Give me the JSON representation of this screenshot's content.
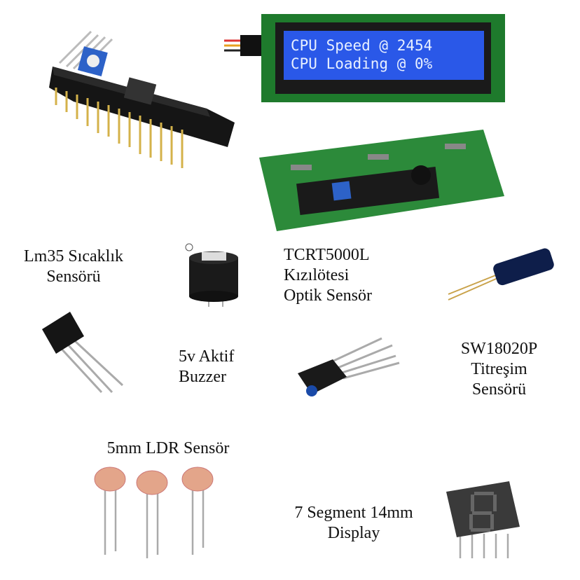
{
  "lcd": {
    "line1": "CPU Speed @ 2454",
    "line2": "CPU Loading @ 0%"
  },
  "labels": {
    "lm35": [
      "Lm35 Sıcaklık",
      "Sensörü"
    ],
    "tcrt": [
      "TCRT5000L",
      "Kızılötesi",
      "Optik Sensör"
    ],
    "sw18020p": [
      "SW18020P",
      "Titreşim",
      "Sensörü"
    ],
    "buzzer": [
      "5v Aktif",
      "Buzzer"
    ],
    "ldr": [
      "5mm LDR Sensör"
    ],
    "segment": [
      "7 Segment 14mm",
      "Display"
    ]
  },
  "colors": {
    "pcb": "#1e7a2c",
    "lcd_blue": "#2a58e8",
    "i2c_board": "#161616",
    "pot": "#2d62c8"
  }
}
